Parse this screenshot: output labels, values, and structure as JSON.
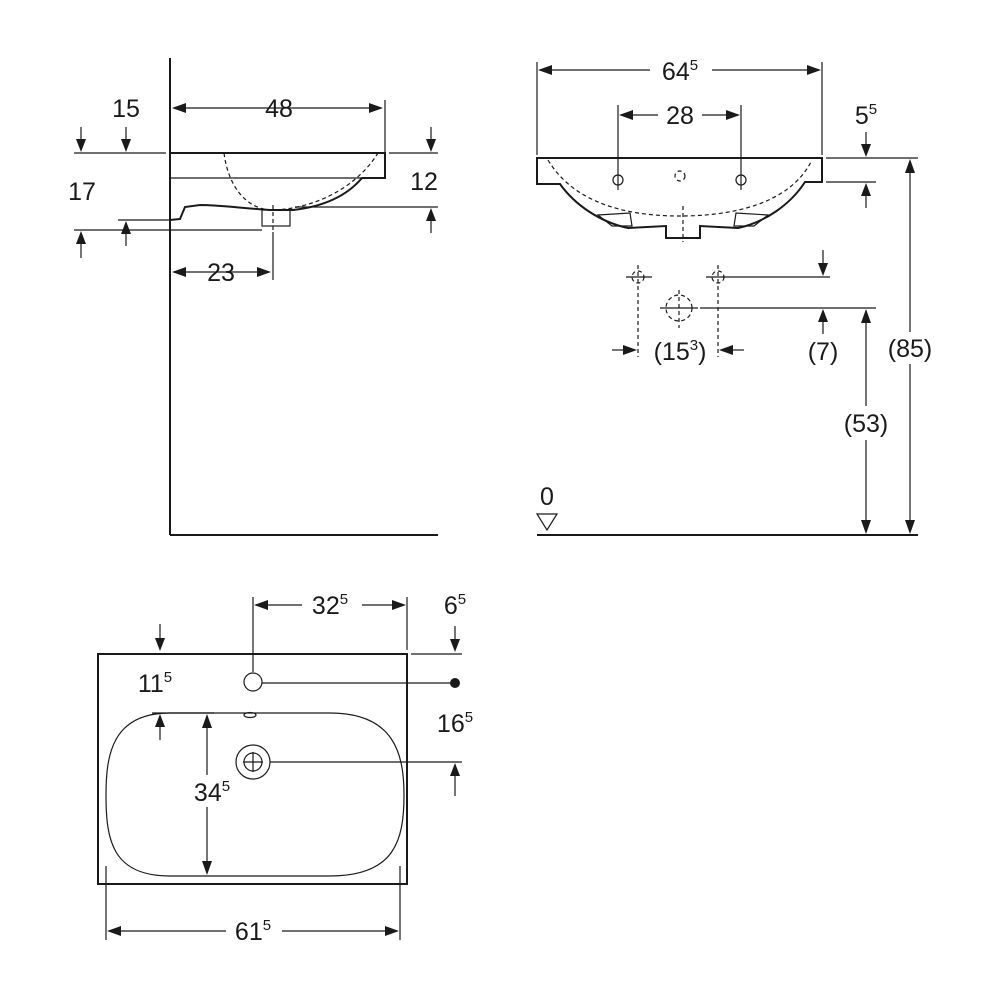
{
  "side_view": {
    "dims": {
      "width": "48",
      "top_offset": "15",
      "height": "17",
      "basin_depth": "12",
      "drain_offset": "23"
    }
  },
  "front_view": {
    "dims": {
      "total_width": "64",
      "total_width_sup": "5",
      "tap_spacing": "28",
      "rim": "5",
      "rim_sup": "5",
      "outlet_spacing": "(15",
      "outlet_spacing_sup": "3",
      "outlet_spacing_close": ")",
      "outlet_height_diff": "(7)",
      "outlet_height": "(53)",
      "rim_height": "(85)",
      "floor_level": "0"
    }
  },
  "plan_view": {
    "dims": {
      "tap_from_side": "32",
      "tap_from_side_sup": "5",
      "rim_to_hole": "6",
      "rim_to_hole_sup": "5",
      "hole_from_back": "11",
      "hole_from_back_sup": "5",
      "drain_from_hole": "16",
      "drain_from_hole_sup": "5",
      "bowl_depth": "34",
      "bowl_depth_sup": "5",
      "overall_width": "61",
      "overall_width_sup": "5"
    }
  }
}
